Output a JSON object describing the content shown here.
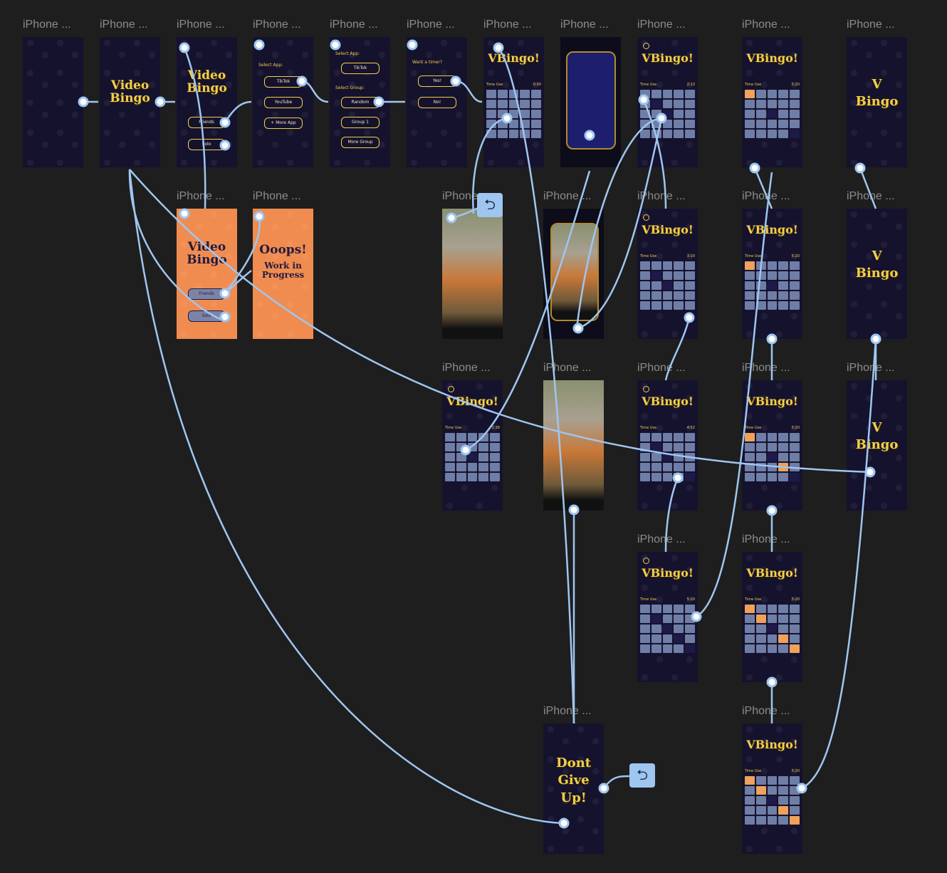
{
  "labels": {
    "iphone": "iPhone ..."
  },
  "texts": {
    "video_bingo": "Video Bingo",
    "vbingo": "VBingo!",
    "v": "V",
    "bingo": "Bingo",
    "ooops": "Ooops!",
    "work_in_progress": "Work in Progress",
    "dont_give_up": "Dont Give Up!",
    "friends": "Friends",
    "solo": "Solo",
    "select_app": "Select App:",
    "select_group": "Select Group:",
    "tiktok": "TikTok",
    "youtube": "YouTube",
    "more_app": "+ More App",
    "random": "Random",
    "group1": "Group 1",
    "more_group": "More Group",
    "want_timer": "Want a timer?",
    "yes": "Yes!",
    "no": "No!",
    "time_use": "Time Use",
    "t_000": "0:00",
    "t_213": "2:13",
    "t_310": "3:10",
    "t_452": "4:52",
    "t_520": "5:20",
    "t_136": "1:36",
    "return_icon": "⮌"
  },
  "colors": {
    "canvas": "#1e1e1e",
    "frame": "#15122e",
    "accent": "#f2cf4a",
    "orange": "#f08c50",
    "wire": "#9fc6f0"
  },
  "icons": [
    "return-arrow-icon",
    "back-circle-icon",
    "tiktok-icon",
    "youtube-icon",
    "check-icon"
  ]
}
